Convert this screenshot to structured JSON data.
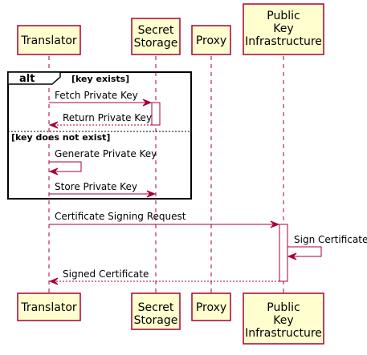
{
  "participants": {
    "translator": [
      "Translator"
    ],
    "secret_storage": [
      "Secret",
      "Storage"
    ],
    "proxy": [
      "Proxy"
    ],
    "pki": [
      "Public",
      "Key",
      "Infrastructure"
    ]
  },
  "alt_fragment": {
    "keyword": "alt",
    "condition_1": "[key exists]",
    "condition_2": "[key does not exist]"
  },
  "messages": {
    "fetch_private_key": "Fetch Private Key",
    "return_private_key": "Return Private Key",
    "generate_private_key": "Generate Private Key",
    "store_private_key": "Store Private Key",
    "certificate_signing_request": "Certificate Signing Request",
    "sign_certificate": "Sign Certificate",
    "signed_certificate": "Signed Certificate"
  },
  "colors": {
    "participant_fill": "#FEFECE",
    "accent": "#A80036",
    "frame": "#000000"
  }
}
